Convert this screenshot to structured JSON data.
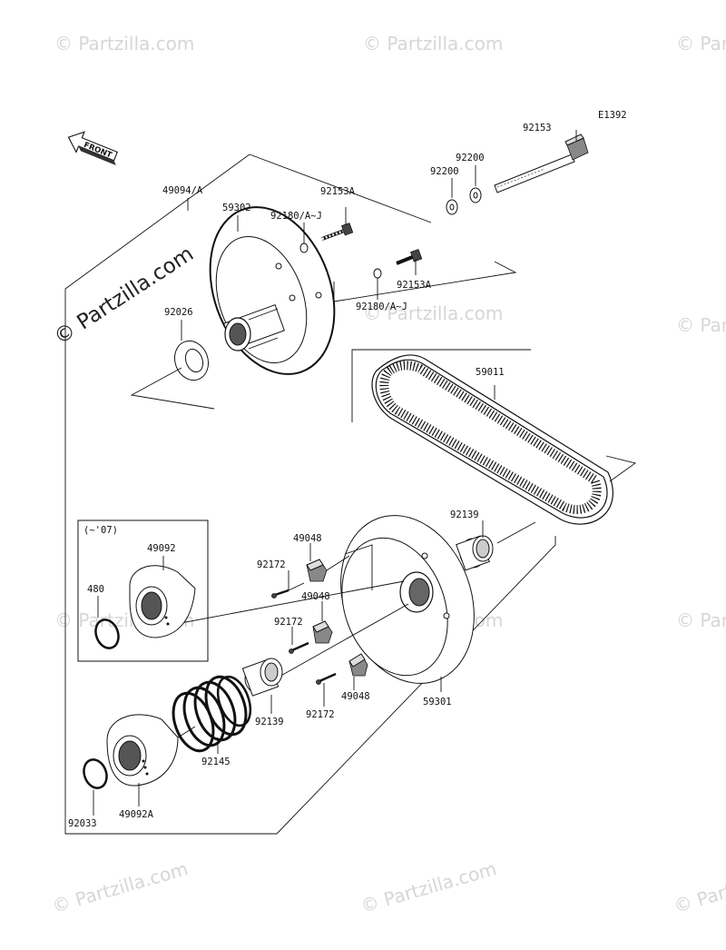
{
  "diagram_code": "E1392",
  "front_label": "FRONT",
  "watermark_text": "© Partzilla.com",
  "inset_label": "(~'07)",
  "labels": {
    "l49094": "49094/A",
    "l59302": "59302",
    "l92153A_top": "92153A",
    "l92180_top": "92180/A~J",
    "l92153A_right": "92153A",
    "l92180_right": "92180/A~J",
    "l92200_a": "92200",
    "l92200_b": "92200",
    "l92153": "92153",
    "l92026": "92026",
    "l59011": "59011",
    "l92139_right": "92139",
    "l49092": "49092",
    "l480": "480",
    "l49048_a": "49048",
    "l92172_a": "92172",
    "l49048_b": "49048",
    "l92172_b": "92172",
    "l49048_c": "49048",
    "l92172_c": "92172",
    "l92139_left": "92139",
    "l92145": "92145",
    "l59301": "59301",
    "l92033": "92033",
    "l49092A": "49092A"
  }
}
